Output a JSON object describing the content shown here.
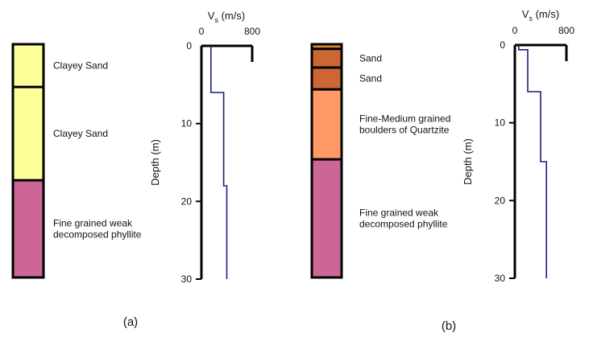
{
  "chart_data": [
    {
      "type": "line",
      "panel_label": "(a)",
      "xlabel": "V",
      "xlabel_sub": "s",
      "xlabel_unit": " (m/s)",
      "ylabel": "Depth (m)",
      "xlim": [
        0,
        800
      ],
      "ylim": [
        0,
        30
      ],
      "x_ticks": [
        "0",
        "800"
      ],
      "y_ticks": [
        "0",
        "10",
        "20",
        "30"
      ],
      "line_color": "#1a1f7a",
      "profile": {
        "x": [
          150,
          150,
          350,
          350,
          400,
          400
        ],
        "y": [
          0,
          6,
          6,
          18,
          18,
          30
        ]
      },
      "layers": [
        {
          "label": "Clayey Sand",
          "top": 0,
          "bottom": 5.5,
          "color": "#ffff99"
        },
        {
          "label": "Clayey Sand",
          "top": 5.5,
          "bottom": 17.5,
          "color": "#ffff99"
        },
        {
          "label": "Fine grained weak\ndecomposed phyllite",
          "top": 17.5,
          "bottom": 30,
          "color": "#cc6699"
        }
      ]
    },
    {
      "type": "line",
      "panel_label": "(b)",
      "xlabel": "V",
      "xlabel_sub": "s",
      "xlabel_unit": " (m/s)",
      "ylabel": "Depth (m)",
      "xlim": [
        0,
        800
      ],
      "ylim": [
        0,
        30
      ],
      "x_ticks": [
        "0",
        "800"
      ],
      "y_ticks": [
        "0",
        "10",
        "20",
        "30"
      ],
      "line_color": "#1a1f7a",
      "profile": {
        "x": [
          60,
          60,
          200,
          200,
          400,
          400,
          490,
          490
        ],
        "y": [
          0,
          0.6,
          0.6,
          6,
          6,
          15,
          15,
          30
        ]
      },
      "layers": [
        {
          "label": "",
          "top": 0,
          "bottom": 0.6,
          "color": "#d98c33"
        },
        {
          "label": "Sand",
          "top": 0.6,
          "bottom": 3,
          "color": "#cc6633"
        },
        {
          "label": "Sand",
          "top": 3,
          "bottom": 5.8,
          "color": "#cc6633"
        },
        {
          "label": "Fine-Medium grained\nboulders of Quartzite",
          "top": 5.8,
          "bottom": 14.8,
          "color": "#ff9966"
        },
        {
          "label": "Fine grained weak\ndecomposed phyllite",
          "top": 14.8,
          "bottom": 30,
          "color": "#cc6699"
        }
      ]
    }
  ]
}
